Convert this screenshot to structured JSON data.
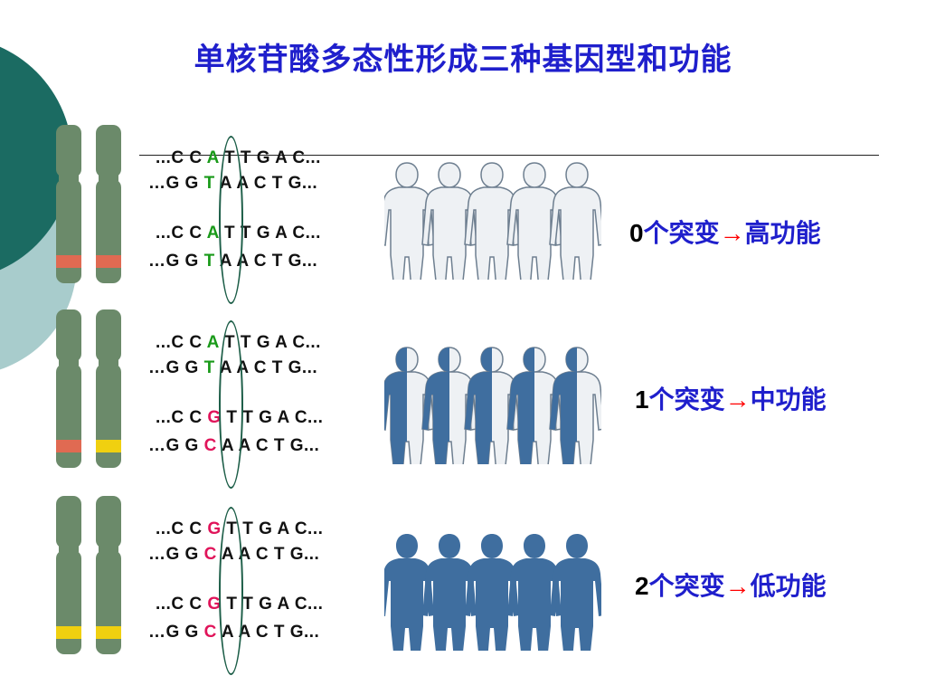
{
  "title": "单核苷酸多态性形成三种基因型和功能",
  "colors": {
    "title": "#1f1fcc",
    "chromosome": "#6b8a6a",
    "band_red": "#e06a52",
    "band_yellow": "#f0d010",
    "base_A_T": "#1a9a1a",
    "base_G_C": "#e0145a",
    "oval": "#1d5e48",
    "person_dark": "#3f6e9f",
    "person_light": "#eef1f4",
    "arrow": "#ff0000"
  },
  "groups": [
    {
      "bands": [
        "red",
        "red"
      ],
      "strands": [
        {
          "prefix": "...C C ",
          "snp": "A",
          "snp_color": "green",
          "suffix": " T T G A C..."
        },
        {
          "prefix": "…G G ",
          "snp": "T",
          "snp_color": "green",
          "suffix": " A A C T G..."
        },
        {
          "prefix": "...C C ",
          "snp": "A",
          "snp_color": "green",
          "suffix": " T T G A C..."
        },
        {
          "prefix": "…G G ",
          "snp": "T",
          "snp_color": "green",
          "suffix": " A A C T G..."
        }
      ],
      "people_fill": "light",
      "label": {
        "num": "0",
        "text1": "个突变",
        "arrow": "→",
        "text2": "高功能"
      }
    },
    {
      "bands": [
        "red",
        "yellow"
      ],
      "strands": [
        {
          "prefix": "...C C ",
          "snp": "A",
          "snp_color": "green",
          "suffix": " T T G A C..."
        },
        {
          "prefix": "…G G ",
          "snp": "T",
          "snp_color": "green",
          "suffix": " A A C T G..."
        },
        {
          "prefix": "...C C ",
          "snp": "G",
          "snp_color": "red",
          "suffix": " T T G A C..."
        },
        {
          "prefix": "…G G ",
          "snp": "C",
          "snp_color": "red",
          "suffix": " A A C T G..."
        }
      ],
      "people_fill": "half",
      "label": {
        "num": "1",
        "text1": "个突变",
        "arrow": "→",
        "text2": "中功能"
      }
    },
    {
      "bands": [
        "yellow",
        "yellow"
      ],
      "strands": [
        {
          "prefix": "...C C ",
          "snp": "G",
          "snp_color": "red",
          "suffix": " T T G A C..."
        },
        {
          "prefix": "…G G ",
          "snp": "C",
          "snp_color": "red",
          "suffix": " A A C T G..."
        },
        {
          "prefix": "...C C ",
          "snp": "G",
          "snp_color": "red",
          "suffix": " T T G A C..."
        },
        {
          "prefix": "…G G ",
          "snp": "C",
          "snp_color": "red",
          "suffix": " A A C T G..."
        }
      ],
      "people_fill": "dark",
      "label": {
        "num": "2",
        "text1": "个突变",
        "arrow": "→",
        "text2": "低功能"
      }
    }
  ]
}
